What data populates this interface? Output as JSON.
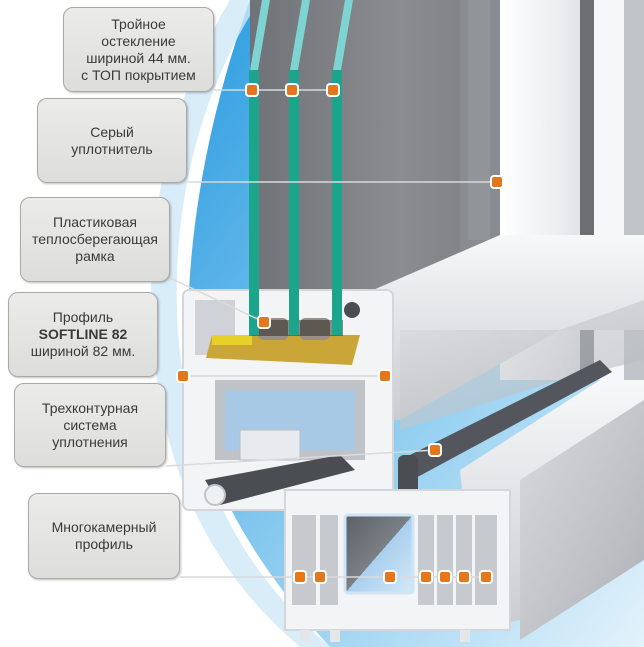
{
  "colors": {
    "background": "#ffffff",
    "sky_light": "#d6ecf9",
    "sky_mid": "#a9d8f2",
    "sky_deep": "#2a9be0",
    "glass_edge": "#1ba68b",
    "glass_edge_light": "#7ed3d3",
    "glass_pane": "#7d7f83",
    "profile_white": "#f3f4f6",
    "profile_shade": "#c7c9cd",
    "gasket_dark": "#4a4d52",
    "spacer_yellow": "#c9a637",
    "marker_fill": "#e2771d",
    "marker_border": "#ffffff",
    "leader_line": "#d9dadb",
    "callout_fill": "#e3e3e1",
    "callout_border": "#a9aaa8",
    "callout_text": "#3a3a3a"
  },
  "callouts": [
    {
      "id": "triple-glazing",
      "lines": [
        {
          "text": "Тройное"
        },
        {
          "text": "остекление"
        },
        {
          "text": "шириной 44 мм."
        },
        {
          "text": "с ТОП покрытием"
        }
      ]
    },
    {
      "id": "grey-seal",
      "lines": [
        {
          "text": "Серый"
        },
        {
          "text": "уплотнитель"
        }
      ]
    },
    {
      "id": "spacer-frame",
      "lines": [
        {
          "text": "Пластиковая"
        },
        {
          "text": "теплосберегающая"
        },
        {
          "text": "рамка"
        }
      ]
    },
    {
      "id": "profile",
      "lines": [
        {
          "text": "Профиль"
        },
        {
          "text": "SOFTLINE 82",
          "bold": true
        },
        {
          "text": "шириной 82 мм."
        }
      ]
    },
    {
      "id": "three-contour-seal",
      "lines": [
        {
          "text": "Трехконтурная"
        },
        {
          "text": "система"
        },
        {
          "text": "уплотнения"
        }
      ]
    },
    {
      "id": "multi-chamber",
      "lines": [
        {
          "text": "Многокамерный"
        },
        {
          "text": "профиль"
        }
      ]
    }
  ],
  "marker_groups": [
    {
      "callout": "triple-glazing",
      "count": 3
    },
    {
      "callout": "grey-seal",
      "count": 1
    },
    {
      "callout": "spacer-frame",
      "count": 1
    },
    {
      "callout": "profile",
      "count": 2
    },
    {
      "callout": "three-contour-seal",
      "count": 1
    },
    {
      "callout": "multi-chamber",
      "count": 7
    }
  ]
}
